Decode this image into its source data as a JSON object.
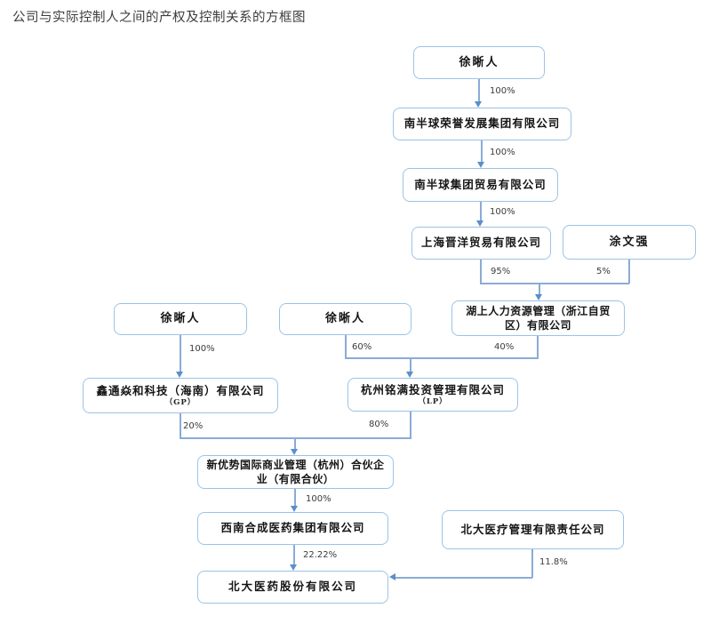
{
  "title": "公司与实际控制人之间的产权及控制关系的方框图",
  "diagram_type": "equity-control-structure-flowchart",
  "colors": {
    "box_border": "#9DC3E6",
    "connector_line": "#8AABD6",
    "arrowhead": "#5B8FC9",
    "text": "#151515",
    "background": "#FFFFFF"
  },
  "nodes": {
    "xu_top": {
      "label": "徐晰人"
    },
    "nanbanqiu_rongyu": {
      "label": "南半球荣誉发展集团有限公司"
    },
    "nanbanqiu_trade": {
      "label": "南半球集团贸易有限公司"
    },
    "shanghai_jinyang": {
      "label": "上海晋洋贸易有限公司"
    },
    "tu_wenqiang": {
      "label": "涂文强"
    },
    "hushang": {
      "label": "湖上人力资源管理（浙江自贸区）有限公司"
    },
    "xu_left": {
      "label": "徐晰人"
    },
    "xu_mid": {
      "label": "徐晰人"
    },
    "xintong": {
      "label": "鑫通焱和科技（海南）有限公司",
      "sub": "（GP）"
    },
    "hangzhou_mingman": {
      "label": "杭州铭满投资管理有限公司",
      "sub": "（LP）"
    },
    "xinyoushi": {
      "label": "新优势国际商业管理（杭州）合伙企业（有限合伙）"
    },
    "xinan_hecheng": {
      "label": "西南合成医药集团有限公司"
    },
    "beida_yiliao": {
      "label": "北大医疗管理有限责任公司"
    },
    "beida_yiyao": {
      "label": "北大医药股份有限公司"
    }
  },
  "edges": {
    "xu_top_to_rongyu": {
      "from": "xu_top",
      "to": "nanbanqiu_rongyu",
      "label": "100%"
    },
    "rongyu_to_trade": {
      "from": "nanbanqiu_rongyu",
      "to": "nanbanqiu_trade",
      "label": "100%"
    },
    "trade_to_jinyang": {
      "from": "nanbanqiu_trade",
      "to": "shanghai_jinyang",
      "label": "100%"
    },
    "jinyang_to_hushang": {
      "from": "shanghai_jinyang",
      "to": "hushang",
      "label": "95%"
    },
    "tu_to_hushang": {
      "from": "tu_wenqiang",
      "to": "hushang",
      "label": "5%"
    },
    "xu_left_to_xintong": {
      "from": "xu_left",
      "to": "xintong",
      "label": "100%"
    },
    "xu_mid_to_mingman": {
      "from": "xu_mid",
      "to": "hangzhou_mingman",
      "label": "60%"
    },
    "hushang_to_mingman": {
      "from": "hushang",
      "to": "hangzhou_mingman",
      "label": "40%"
    },
    "xintong_to_xinyoushi": {
      "from": "xintong",
      "to": "xinyoushi",
      "label": "20%"
    },
    "mingman_to_xinyoushi": {
      "from": "hangzhou_mingman",
      "to": "xinyoushi",
      "label": "80%"
    },
    "xinyoushi_to_xinan": {
      "from": "xinyoushi",
      "to": "xinan_hecheng",
      "label": "100%"
    },
    "xinan_to_beida": {
      "from": "xinan_hecheng",
      "to": "beida_yiyao",
      "label": "22.22%"
    },
    "yiliao_to_beida": {
      "from": "beida_yiliao",
      "to": "beida_yiyao",
      "label": "11.8%"
    }
  }
}
